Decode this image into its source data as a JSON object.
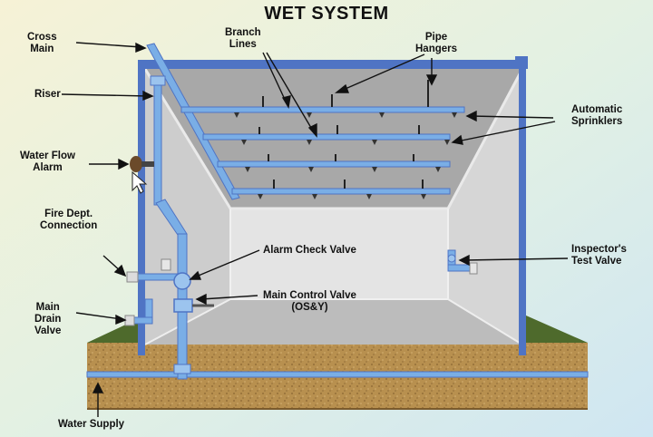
{
  "title": "WET SYSTEM",
  "labels": {
    "cross_main": "Cross\nMain",
    "riser": "Riser",
    "water_flow_alarm": "Water Flow\nAlarm",
    "fire_dept_connection": "Fire Dept.\nConnection",
    "main_drain_valve": "Main\nDrain\nValve",
    "water_supply": "Water Supply",
    "branch_lines": "Branch\nLines",
    "pipe_hangers": "Pipe\nHangers",
    "automatic_sprinklers": "Automatic\nSprinklers",
    "alarm_check_valve": "Alarm Check Valve",
    "main_control_valve": "Main Control Valve\n(OS&Y)",
    "inspectors_test_valve": "Inspector's\nTest Valve"
  },
  "colors": {
    "background": "#e4f1ea",
    "frame": "#4f74c4",
    "pipe": "#7aaee6",
    "ceiling": "#aeaeae",
    "wall": "#d8d8d8",
    "soil": "#b48a4c",
    "grass": "#4e6a2c",
    "text": "#111111"
  }
}
